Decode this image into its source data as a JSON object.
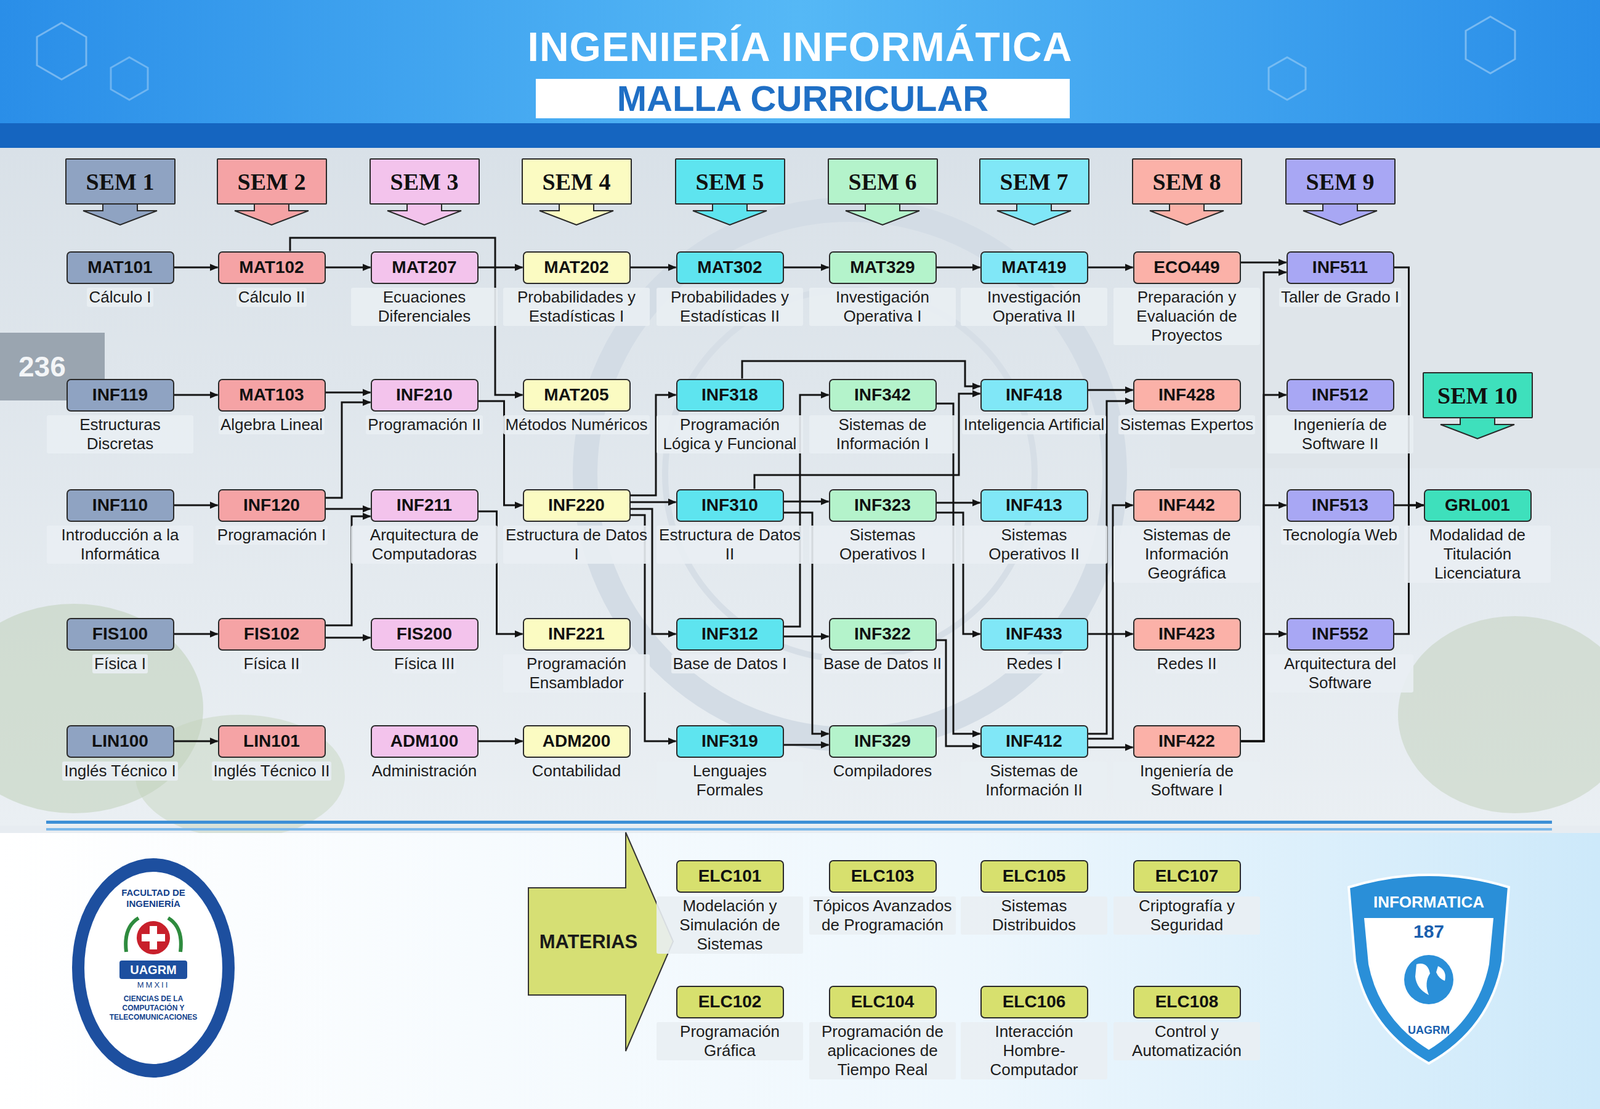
{
  "diagram": {
    "title": "INGENIERÍA INFORMÁTICA",
    "nodes": [
      {
        "text": [
          "SEM 1"
        ]
      },
      {
        "text": [
          "SEM 2"
        ]
      },
      {
        "text": [
          "SEM 3"
        ]
      },
      {
        "text": [
          "SEM 4"
        ]
      },
      {
        "text": [
          "SEM 5"
        ]
      },
      {
        "text": [
          "SEM 6"
        ]
      },
      {
        "text": [
          "SEM 7"
        ]
      },
      {
        "text": [
          "SEM 8"
        ]
      },
      {
        "text": [
          "SEM 9"
        ]
      },
      {
        "text": [
          "MAT101",
          "Cálculo I"
        ]
      },
      {
        "text": [
          "MAT102",
          "Cálculo II"
        ]
      },
      {
        "text": [
          "MAT207",
          "Ecuaciones Diferenciales"
        ]
      },
      {
        "text": [
          "MAT202",
          "Probabilidades y Estadísticas I"
        ]
      },
      {
        "text": [
          "MAT302",
          "Probabilidades y Estadísticas II"
        ]
      },
      {
        "text": [
          "MAT329",
          "Investigación Operativa I"
        ]
      },
      {
        "text": [
          "MAT419",
          "Investigación Operativa II"
        ]
      },
      {
        "text": [
          "ECO449",
          "Preparación y Evaluación de Proyectos"
        ]
      },
      {
        "text": [
          "INF511",
          "Taller de Grado I"
        ]
      },
      {
        "text": [
          "INF119",
          "Estructuras Discretas"
        ]
      },
      {
        "text": [
          "MAT103",
          "Algebra Lineal"
        ]
      },
      {
        "text": [
          "INF210",
          "Programación II"
        ]
      },
      {
        "text": [
          "MAT205",
          "Métodos Numéricos"
        ]
      },
      {
        "text": [
          "INF318",
          "Programación Lógica y Funcional"
        ]
      },
      {
        "text": [
          "INF342",
          "Sistemas de Información I"
        ]
      },
      {
        "text": [
          "INF418",
          "Inteligencia Artificial"
        ]
      },
      {
        "text": [
          "INF428",
          "Sistemas Expertos"
        ]
      },
      {
        "text": [
          "INF512",
          "Ingeniería de Software II"
        ]
      },
      {
        "text": [
          "SEM 10"
        ]
      },
      {
        "text": [
          "INF110",
          "Introducción a la Informática"
        ]
      },
      {
        "text": [
          "INF120",
          "Programación I"
        ]
      },
      {
        "text": [
          "INF211",
          "Arquitectura de Computadoras"
        ]
      },
      {
        "text": [
          "INF220",
          "Estructura de Datos I"
        ]
      },
      {
        "text": [
          "INF310",
          "Estructura de Datos II"
        ]
      },
      {
        "text": [
          "INF323",
          "Sistemas Operativos I"
        ]
      },
      {
        "text": [
          "INF413",
          "Sistemas Operativos II"
        ]
      },
      {
        "text": [
          "INF442",
          "Sistemas de Información Geográfica"
        ]
      },
      {
        "text": [
          "INF513",
          "Tecnología Web"
        ]
      },
      {
        "text": [
          "GRL001",
          "Modalidad de Titulación Licenciatura"
        ]
      },
      {
        "text": [
          "FIS100",
          "Física I"
        ]
      },
      {
        "text": [
          "FIS102",
          "Física II"
        ]
      },
      {
        "text": [
          "FIS200",
          "Física III"
        ]
      },
      {
        "text": [
          "INF221",
          "Programación Ensamblador"
        ]
      },
      {
        "text": [
          "INF312",
          "Base de Datos I"
        ]
      },
      {
        "text": [
          "INF322",
          "Base de Datos II"
        ]
      },
      {
        "text": [
          "INF433",
          "Redes I"
        ]
      },
      {
        "text": [
          "INF423",
          "Redes II"
        ]
      },
      {
        "text": [
          "INF552",
          "Arquitectura del Software"
        ]
      },
      {
        "text": [
          "LIN100",
          "Inglés Técnico I"
        ]
      },
      {
        "text": [
          "LIN101",
          "Inglés Técnico II"
        ]
      },
      {
        "text": [
          "ADM100",
          "Administración"
        ]
      },
      {
        "text": [
          "ADM200",
          "Contabilidad"
        ]
      },
      {
        "text": [
          "INF319",
          "Lenguajes Formales"
        ]
      },
      {
        "text": [
          "INF329",
          "Compiladores"
        ]
      },
      {
        "text": [
          "INF412",
          "Sistemas de Información II"
        ]
      },
      {
        "text": [
          "INF422",
          "Ingeniería de Software I"
        ]
      },
      {
        "text": [
          "MATERIAS"
        ]
      },
      {
        "text": [
          "ELC101",
          "Modelación y Simulación de Sistemas"
        ]
      },
      {
        "text": [
          "ELC103",
          "Tópicos Avanzados de Programación"
        ]
      },
      {
        "text": [
          "ELC105",
          "Sistemas Distribuidos"
        ]
      },
      {
        "text": [
          "ELC107",
          "Criptografía y Seguridad"
        ]
      },
      {
        "text": [
          "ELC102",
          "Programación Gráfica"
        ]
      },
      {
        "text": [
          "ELC104",
          "Programación de aplicaciones de Tiempo Real"
        ]
      },
      {
        "text": [
          "ELC106",
          "Interacción Hombre-Computador"
        ]
      },
      {
        "text": [
          "ELC108",
          "Control y Automatización"
        ]
      }
    ],
    "edges": [
      {
        "from": 9,
        "to": 10,
        "arrow": "to"
      },
      {
        "from": 18,
        "to": 19,
        "arrow": "to"
      },
      {
        "from": 28,
        "to": 29,
        "arrow": "to"
      },
      {
        "from": 38,
        "to": 39,
        "arrow": "to"
      },
      {
        "from": 47,
        "to": 48,
        "arrow": "to"
      },
      {
        "from": 10,
        "to": 11,
        "arrow": "to"
      },
      {
        "from": 10,
        "to": 21,
        "arrow": "to"
      },
      {
        "from": 19,
        "to": 20,
        "arrow": "to"
      },
      {
        "from": 29,
        "to": 20,
        "arrow": "to"
      },
      {
        "from": 29,
        "to": 30,
        "arrow": "to"
      },
      {
        "from": 39,
        "to": 30,
        "arrow": "to"
      },
      {
        "from": 39,
        "to": 40,
        "arrow": "to"
      },
      {
        "from": 11,
        "to": 12,
        "arrow": "to"
      },
      {
        "from": 20,
        "to": 31,
        "arrow": "to"
      },
      {
        "from": 30,
        "to": 41,
        "arrow": "to"
      },
      {
        "from": 49,
        "to": 50,
        "arrow": "to"
      },
      {
        "from": 12,
        "to": 13,
        "arrow": "to"
      },
      {
        "from": 31,
        "to": 22,
        "arrow": "to"
      },
      {
        "from": 31,
        "to": 32,
        "arrow": "to"
      },
      {
        "from": 31,
        "to": 42,
        "arrow": "to"
      },
      {
        "from": 31,
        "to": 51,
        "arrow": "to"
      },
      {
        "from": 13,
        "to": 14,
        "arrow": "to"
      },
      {
        "from": 22,
        "to": 24,
        "arrow": "to"
      },
      {
        "from": 32,
        "to": 24,
        "arrow": "to"
      },
      {
        "from": 32,
        "to": 33,
        "arrow": "to"
      },
      {
        "from": 42,
        "to": 23,
        "arrow": "to"
      },
      {
        "from": 42,
        "to": 43,
        "arrow": "to"
      },
      {
        "from": 32,
        "to": 52,
        "arrow": "to"
      },
      {
        "from": 51,
        "to": 52,
        "arrow": "to"
      },
      {
        "from": 14,
        "to": 15,
        "arrow": "to"
      },
      {
        "from": 23,
        "to": 53,
        "arrow": "to"
      },
      {
        "from": 43,
        "to": 53,
        "arrow": "to"
      },
      {
        "from": 33,
        "to": 34,
        "arrow": "to"
      },
      {
        "from": 33,
        "to": 44,
        "arrow": "to"
      },
      {
        "from": 15,
        "to": 16,
        "arrow": "to"
      },
      {
        "from": 24,
        "to": 25,
        "arrow": "to"
      },
      {
        "from": 53,
        "to": 25,
        "arrow": "to"
      },
      {
        "from": 53,
        "to": 35,
        "arrow": "to"
      },
      {
        "from": 44,
        "to": 45,
        "arrow": "to"
      },
      {
        "from": 53,
        "to": 54,
        "arrow": "to"
      },
      {
        "from": 16,
        "to": 17,
        "arrow": "to"
      },
      {
        "from": 54,
        "to": 17,
        "arrow": "to"
      },
      {
        "from": 54,
        "to": 26,
        "arrow": "to"
      },
      {
        "from": 54,
        "to": 36,
        "arrow": "to"
      },
      {
        "from": 54,
        "to": 46,
        "arrow": "to"
      },
      {
        "from": 17,
        "to": 37,
        "arrow": "to"
      },
      {
        "from": 36,
        "to": 37,
        "arrow": "to"
      },
      {
        "from": 46,
        "to": 37,
        "arrow": "to"
      }
    ],
    "labels": [
      "MALLA CURRICULAR",
      "236",
      "FACULTAD DE INGENIERÍA",
      "CIENCIAS DE LA COMPUTACIÓN Y TELECOMUNICACIONES",
      "UAGRM",
      "MMXII",
      "INFORMATICA",
      "187",
      "UAGRM"
    ]
  }
}
